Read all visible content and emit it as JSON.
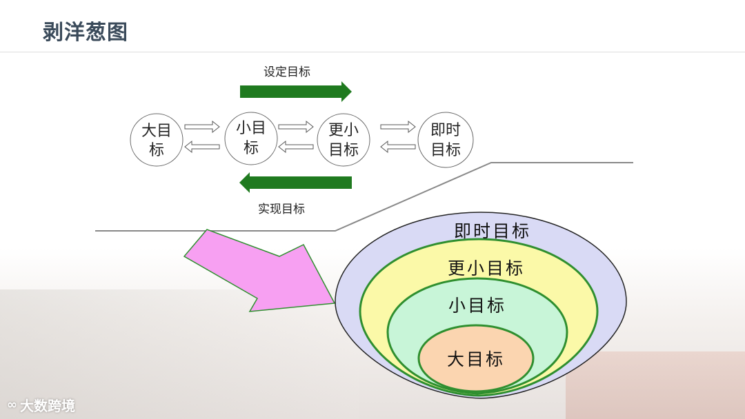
{
  "title": "剥洋葱图",
  "flow": {
    "top_label": "设定目标",
    "bottom_label": "实现目标",
    "nodes": [
      {
        "line1": "大目",
        "line2": "标"
      },
      {
        "line1": "小目",
        "line2": "标"
      },
      {
        "line1": "更小",
        "line2": "目标"
      },
      {
        "line1": "即时",
        "line2": "目标"
      }
    ]
  },
  "onion": {
    "layers": [
      "即时目标",
      "更小目标",
      "小目标",
      "大目标"
    ],
    "colors": {
      "outer": "#d9daf5",
      "second": "#fbf9a8",
      "third": "#c8f5d8",
      "core": "#fbd5b0",
      "border": "#2f8f2f",
      "pointer": "#f7a0f2"
    }
  },
  "colors": {
    "arrow_green": "#1f7a1f",
    "title": "#3a4a5a"
  },
  "logo": {
    "icon": "infinity-cloud-icon",
    "text": "大数跨境"
  }
}
